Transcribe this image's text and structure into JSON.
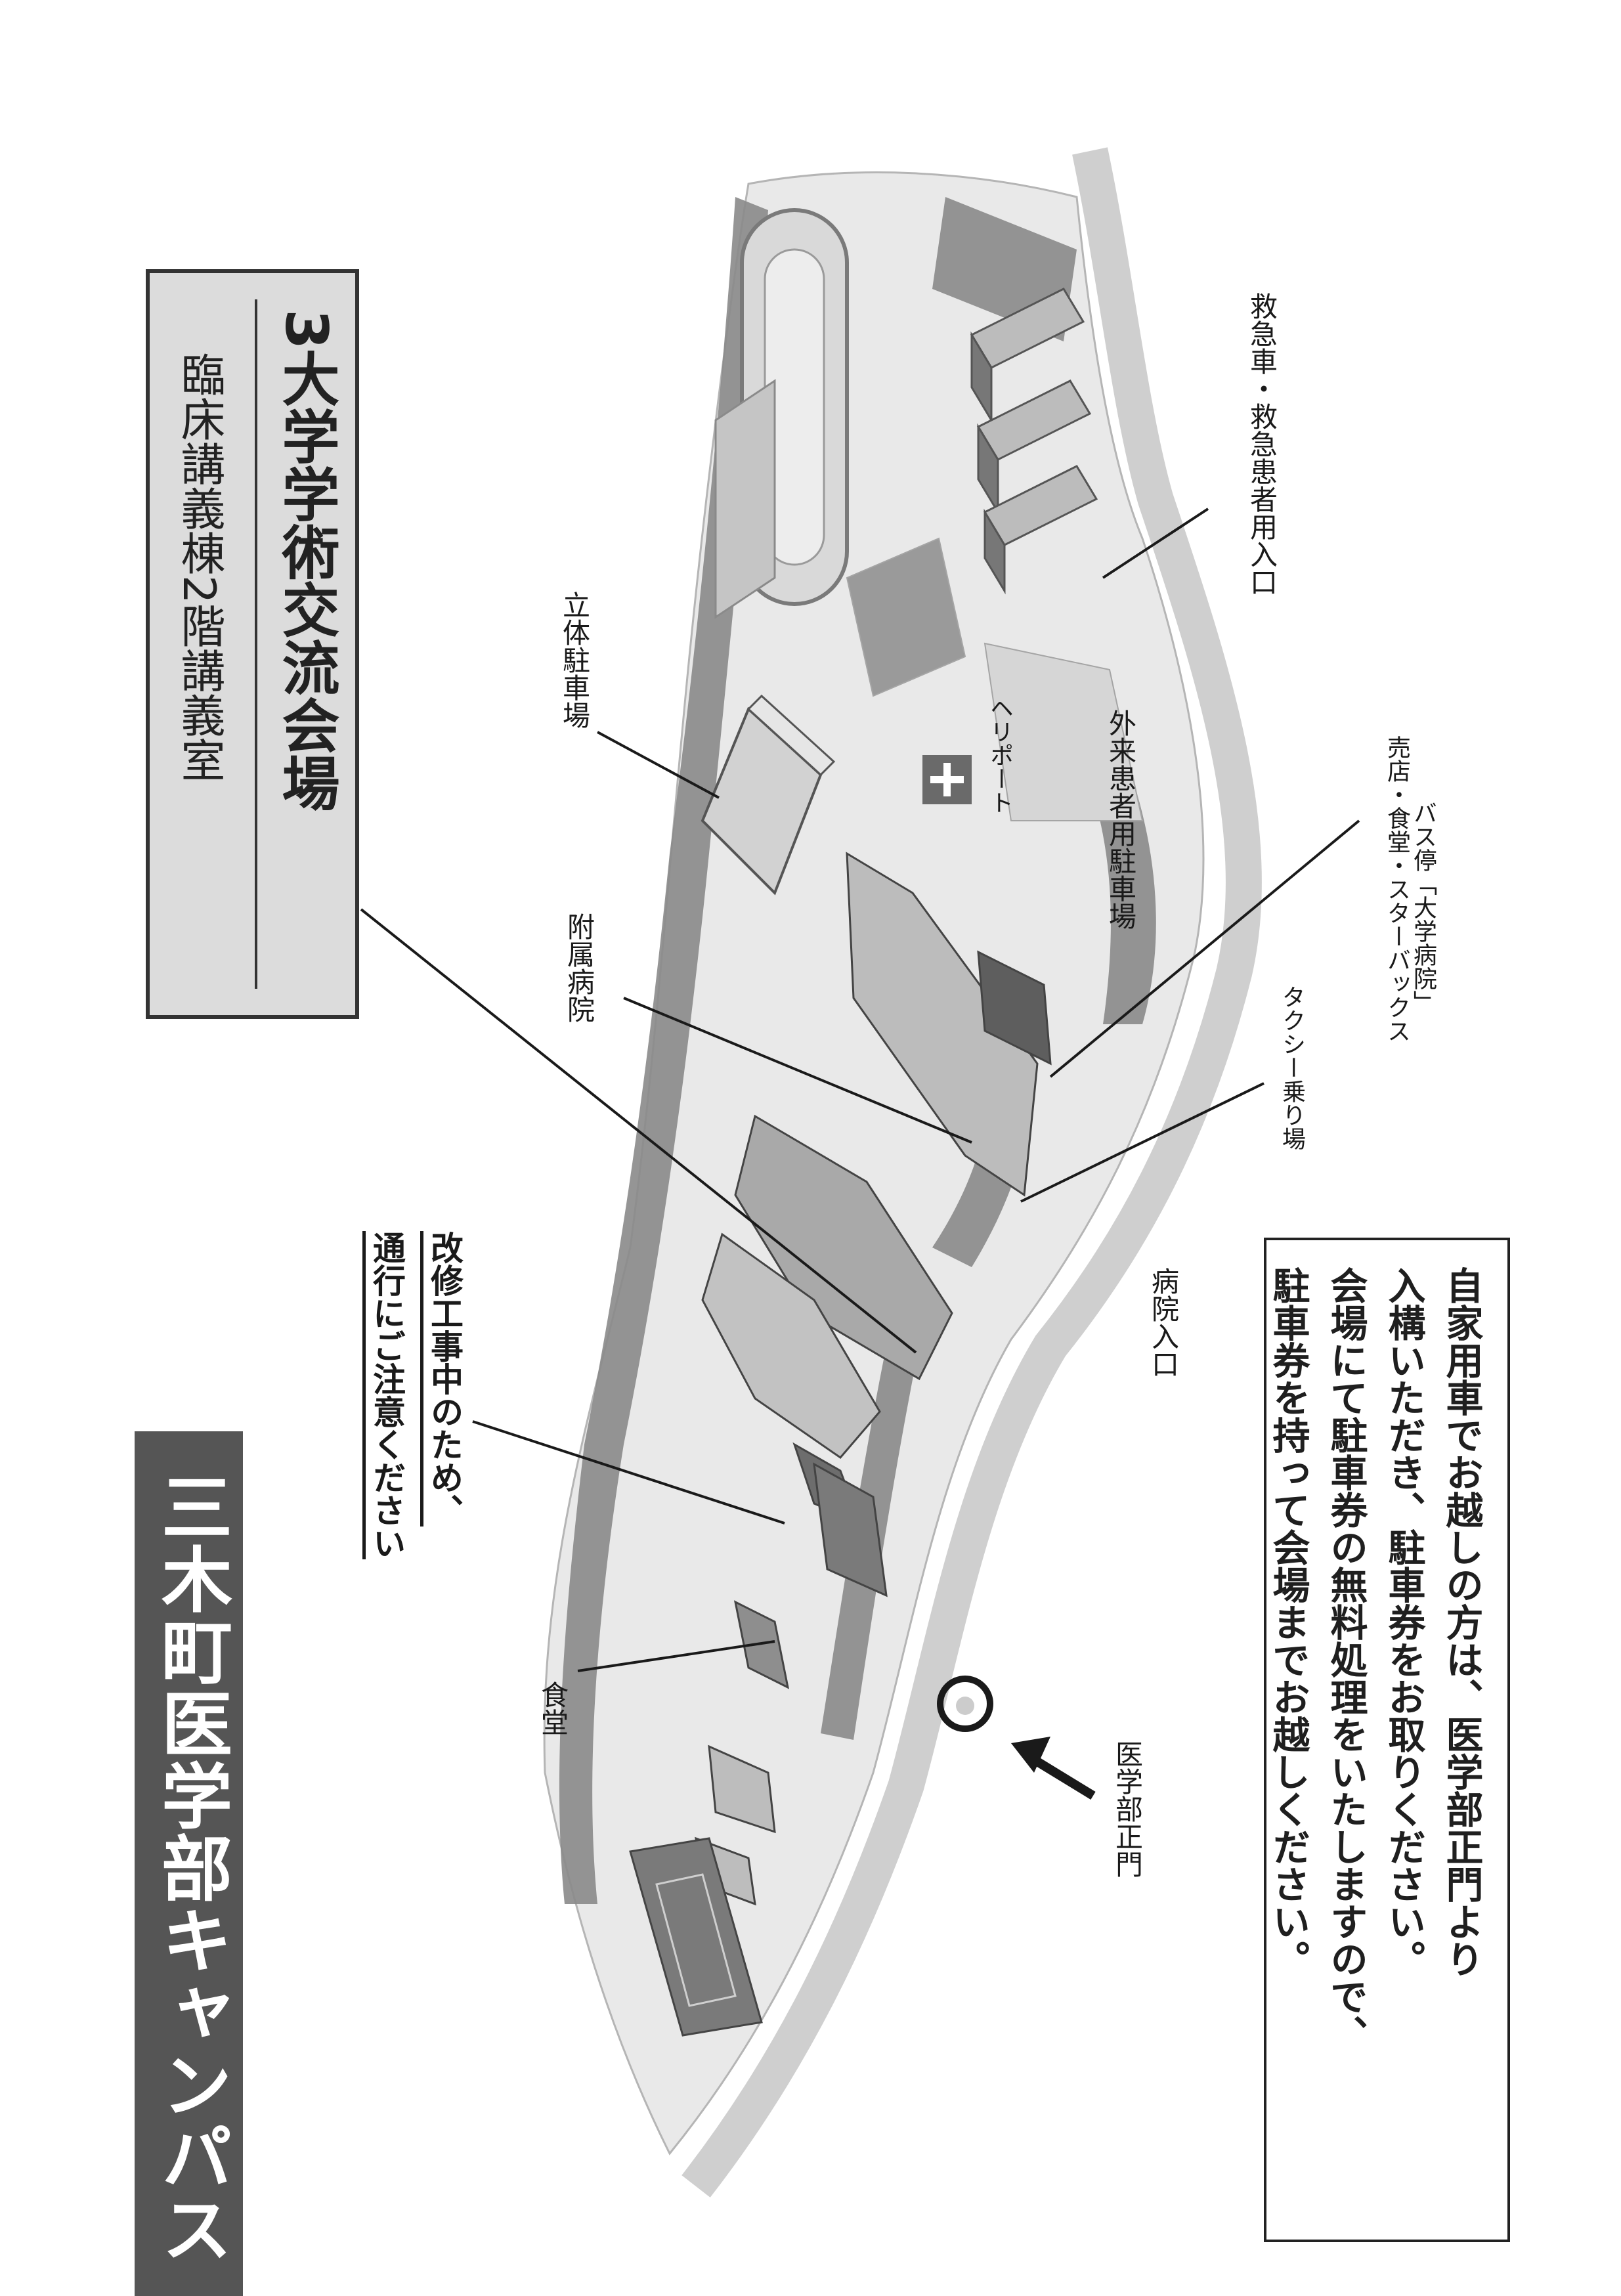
{
  "map": {
    "campus_title": "三木町医学部キャンパス",
    "venue": {
      "main": "3大学学術交流会場",
      "sub": "臨床講義棟2階講義室"
    },
    "construction_note": [
      "改修工事中のため、",
      "通行にご注意ください"
    ],
    "labels": {
      "parking_garage": "立体駐車場",
      "heliport": "ヘリポート",
      "outpatient_parking": "外来患者用駐車場",
      "emergency_entrance": "救急車・救急患者用入口",
      "hospital": "附属病院",
      "shop_line1": "売店・食堂・スターバックス",
      "shop_line2": "バス停「大学病院」",
      "taxi": "タクシー乗り場",
      "hospital_entrance": "病院入口",
      "cafeteria": "食堂",
      "main_gate": "医学部正門"
    },
    "parking_note": [
      "自家用車でお越しの方は、医学部正門より",
      "入構いただき、駐車券をお取りください。",
      "会場にて駐車券の無料処理をいたしますので、",
      "駐車券を持って会場までお越しください。"
    ],
    "colors": {
      "title_band": "#555555",
      "venue_box": "#dcdcdc",
      "road": "#cfcfcf",
      "trees": "#8a8a8a",
      "building_light": "#bcbcbc",
      "building_dark": "#6a6a6a"
    }
  }
}
